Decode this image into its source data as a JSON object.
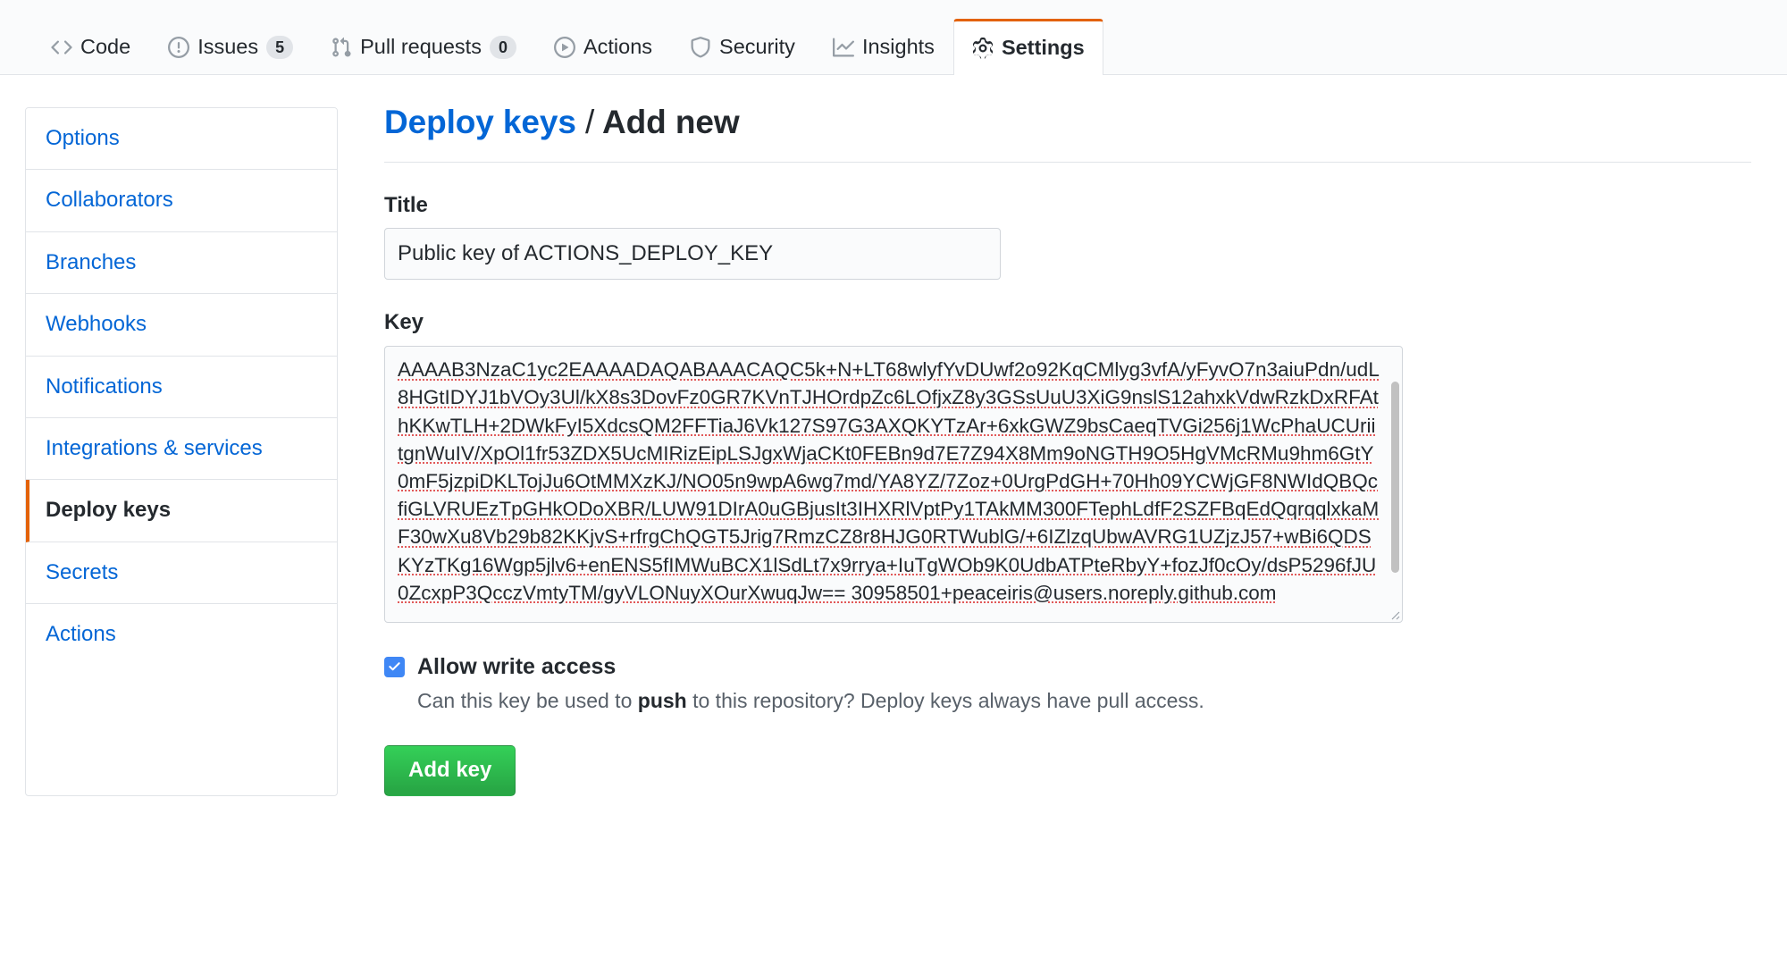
{
  "repo_nav": {
    "tabs": [
      {
        "label": "Code",
        "icon": "code-icon",
        "counter": null,
        "selected": false
      },
      {
        "label": "Issues",
        "icon": "issue-icon",
        "counter": "5",
        "selected": false
      },
      {
        "label": "Pull requests",
        "icon": "git-pull-request-icon",
        "counter": "0",
        "selected": false
      },
      {
        "label": "Actions",
        "icon": "play-icon",
        "counter": null,
        "selected": false
      },
      {
        "label": "Security",
        "icon": "shield-icon",
        "counter": null,
        "selected": false
      },
      {
        "label": "Insights",
        "icon": "graph-icon",
        "counter": null,
        "selected": false
      },
      {
        "label": "Settings",
        "icon": "gear-icon",
        "counter": null,
        "selected": true
      }
    ]
  },
  "sidebar": {
    "items": [
      {
        "label": "Options",
        "selected": false
      },
      {
        "label": "Collaborators",
        "selected": false
      },
      {
        "label": "Branches",
        "selected": false
      },
      {
        "label": "Webhooks",
        "selected": false
      },
      {
        "label": "Notifications",
        "selected": false
      },
      {
        "label": "Integrations & services",
        "selected": false
      },
      {
        "label": "Deploy keys",
        "selected": true
      },
      {
        "label": "Secrets",
        "selected": false
      },
      {
        "label": "Actions",
        "selected": false
      }
    ]
  },
  "main": {
    "breadcrumb_link": "Deploy keys",
    "breadcrumb_separator": "/",
    "breadcrumb_current": "Add new",
    "title_field": {
      "label": "Title",
      "value": "Public key of ACTIONS_DEPLOY_KEY",
      "placeholder": ""
    },
    "key_field": {
      "label": "Key",
      "value": "AAAAB3NzaC1yc2EAAAADAQABAAACAQC5k+N+LT68wlyfYvDUwf2o92KqCMlyg3vfA/yFyvO7n3aiuPdn/udL8HGtIDYJ1bVOy3Ul/kX8s3DovFz0GR7KVnTJHOrdpZc6LOfjxZ8y3GSsUuU3XiG9nslS12ahxkVdwRzkDxRFAthKKwTLH+2DWkFyI5XdcsQM2FFTiaJ6Vk127S97G3AXQKYTzAr+6xkGWZ9bsCaeqTVGi256j1WcPhaUCUriitgnWuIV/XpOl1fr53ZDX5UcMIRizEipLSJgxWjaCKt0FEBn9d7E7Z94X8Mm9oNGTH9O5HgVMcRMu9hm6GtY0mF5jzpiDKLTojJu6OtMMXzKJ/NO05n9wpA6wg7md/YA8YZ/7Zoz+0UrgPdGH+70Hh09YCWjGF8NWIdQBQcfiGLVRUEzTpGHkODoXBR/LUW91DIrA0uGBjusIt3IHXRlVptPy1TAkMM300FTephLdfF2SZFBqEdQqrqqlxkaMF30wXu8Vb29b82KKjvS+rfrgChQGT5Jrig7RmzCZ8r8HJG0RTWublG/+6IZlzqUbwAVRG1UZjzJ57+wBi6QDSKYzTKg16Wgp5jlv6+enENS5fIMWuBCX1lSdLt7x9rrya+IuTgWOb9K0UdbATPteRbyY+fozJf0cOy/dsP5296fJU0ZcxpP3QcczVmtyTM/gyVLONuyXOurXwuqJw== 30958501+peaceiris@users.noreply.github.com",
      "placeholder": ""
    },
    "write_access": {
      "checked": true,
      "label": "Allow write access",
      "help_prefix": "Can this key be used to ",
      "help_strong": "push",
      "help_suffix": " to this repository? Deploy keys always have pull access."
    },
    "submit_label": "Add key"
  },
  "colors": {
    "link": "#0366d6",
    "accent_orange": "#e36209",
    "button_green": "#2cbe4e",
    "checkbox_blue": "#3f87f5",
    "text": "#24292e",
    "muted": "#586069",
    "border": "#e1e4e8",
    "spellcheck_red": "#dc3c3c"
  }
}
